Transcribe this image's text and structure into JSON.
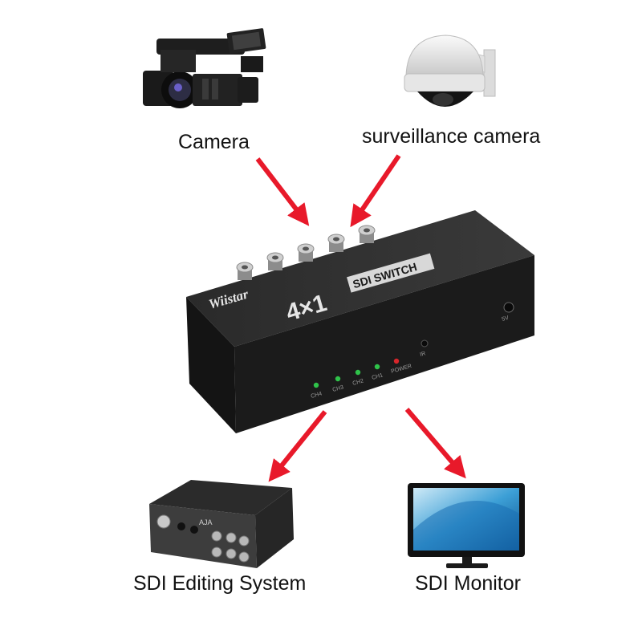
{
  "nodes": {
    "camera": {
      "label": "Camera"
    },
    "surveillance": {
      "label": "surveillance camera"
    },
    "editing": {
      "label": "SDI Editing System"
    },
    "monitor": {
      "label": "SDI Monitor"
    }
  },
  "device": {
    "brand": "Wiistar",
    "model": "4×1",
    "badge": "SDI SWITCH",
    "leds": [
      "CH4",
      "CH3",
      "CH2",
      "CH1",
      "POWER"
    ],
    "ir_label": "IR",
    "power_input_label": "5V"
  },
  "editing_box": {
    "brand": "AJA"
  },
  "colors": {
    "arrow": "#e8192a",
    "device_body": "#1b1b1b",
    "led_green": "#2fc34a",
    "led_red": "#d8262b"
  }
}
